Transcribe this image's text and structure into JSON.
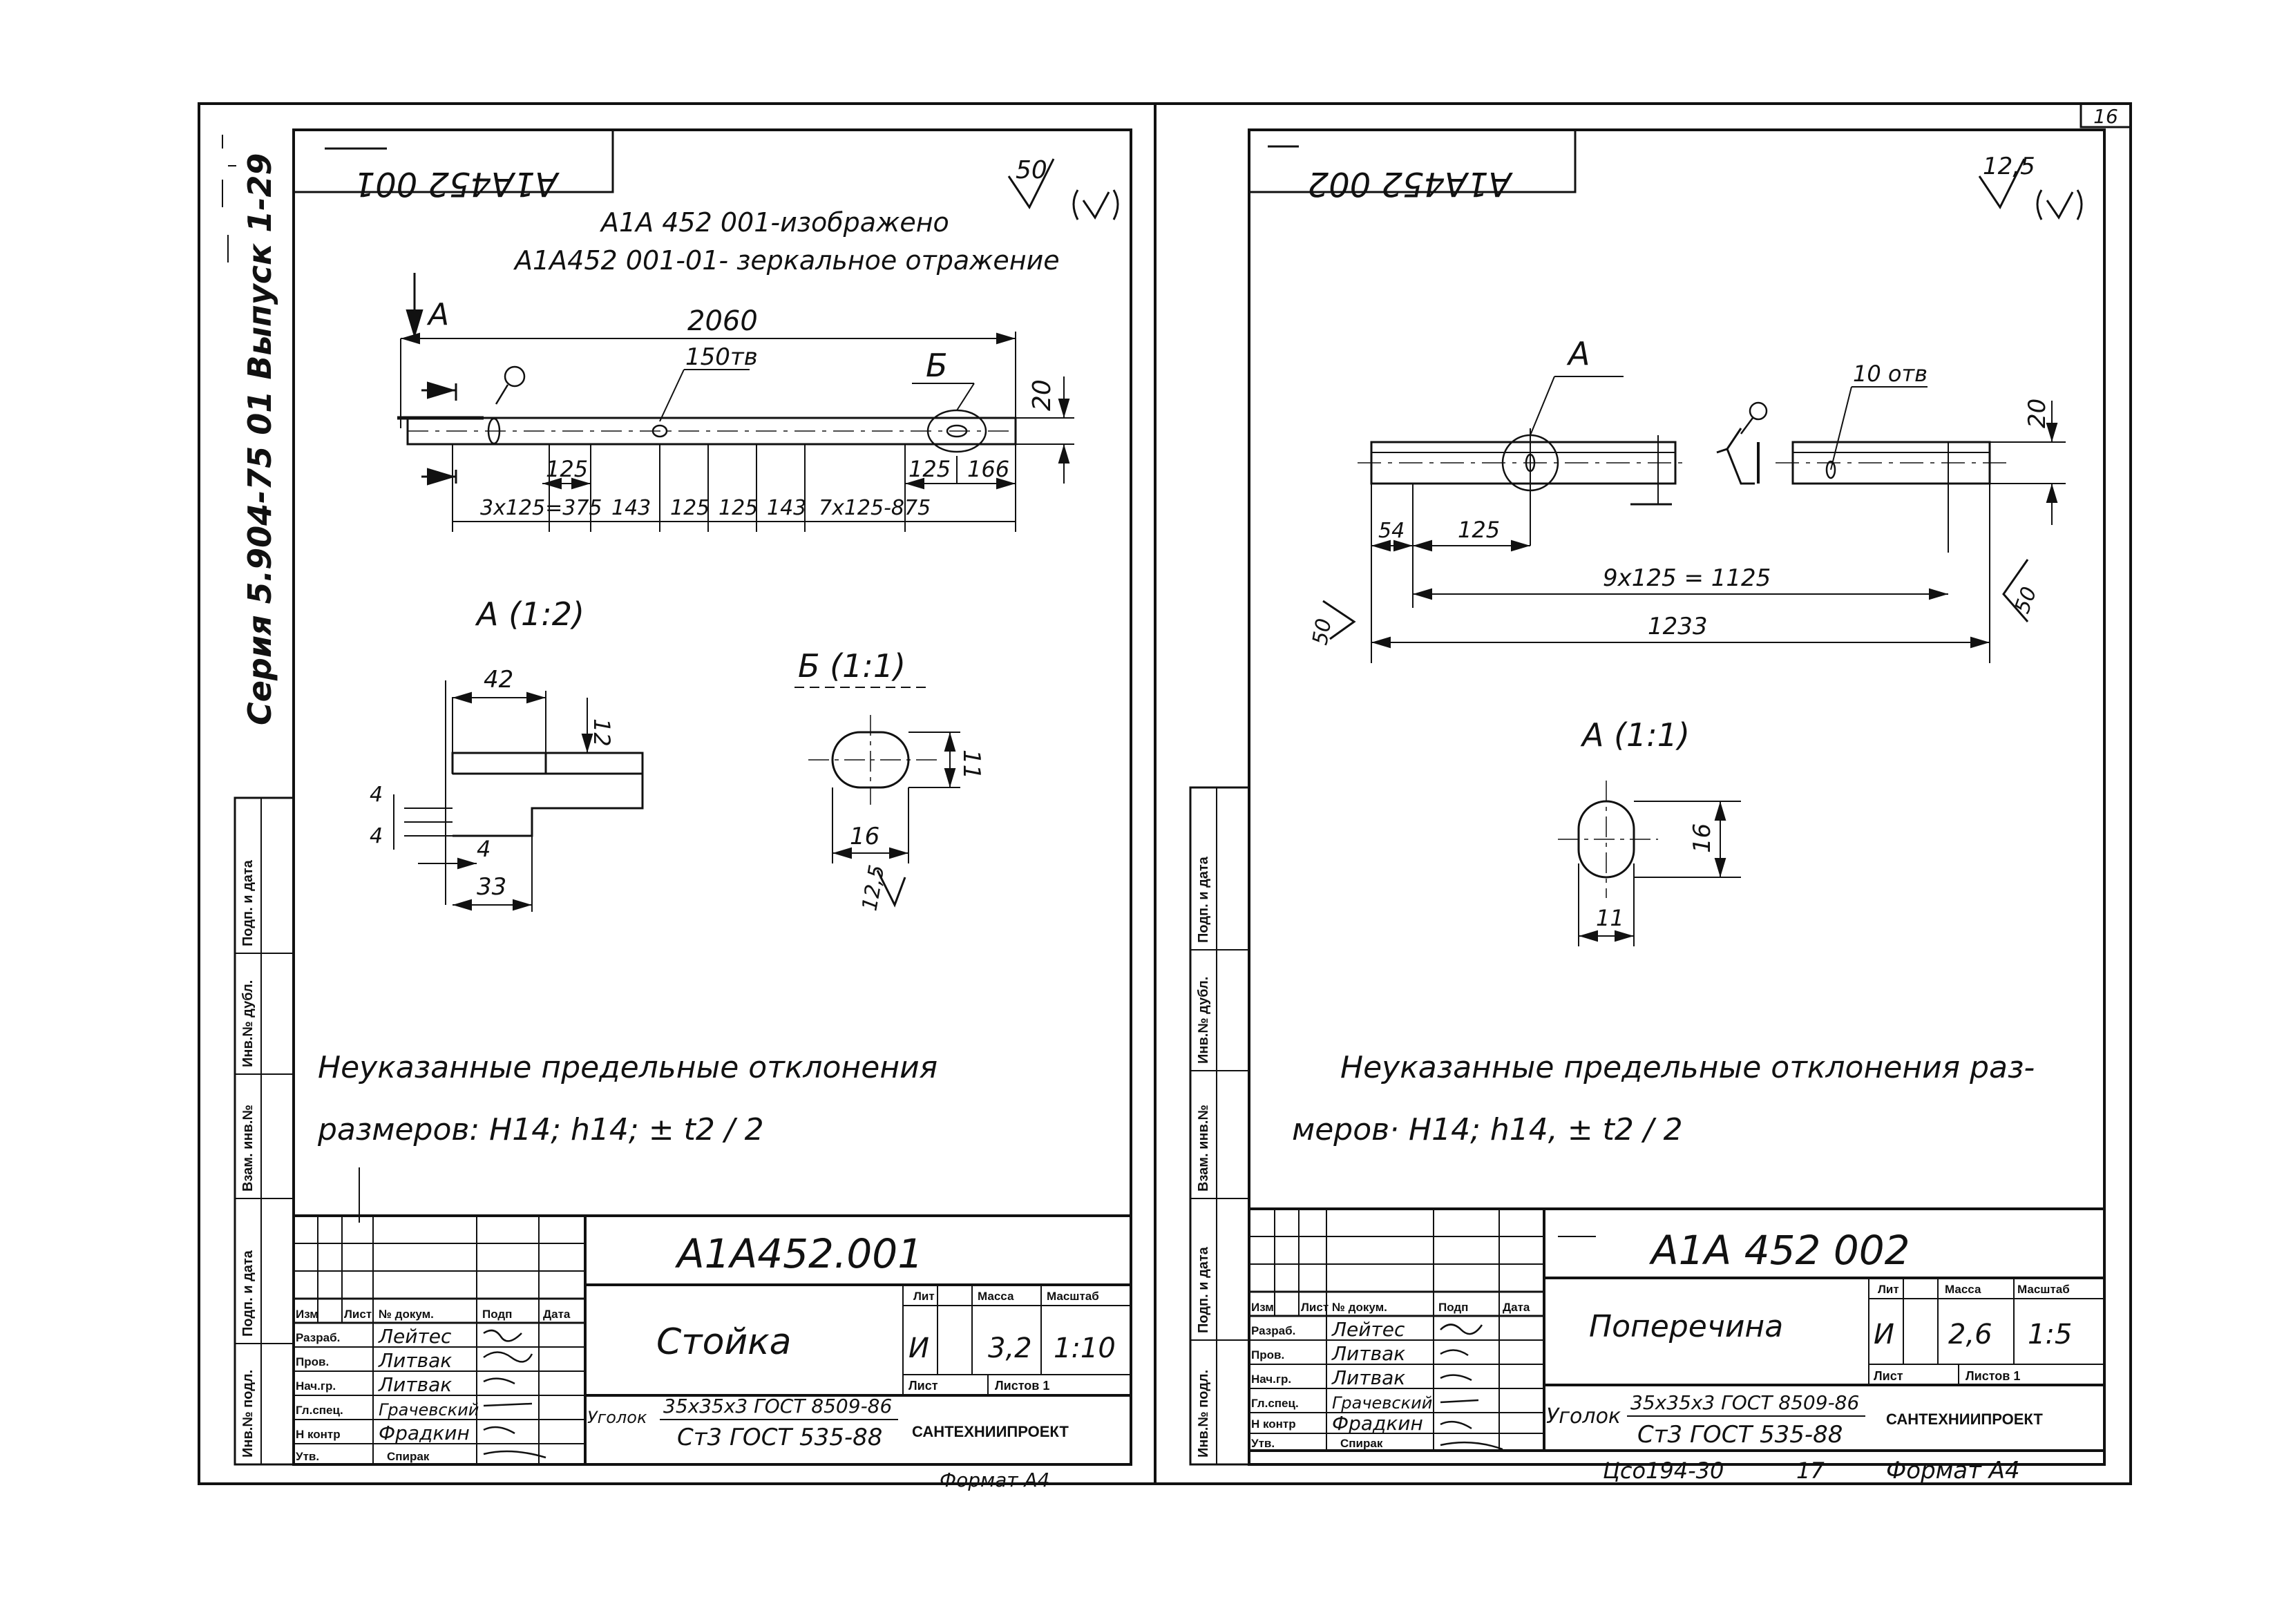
{
  "sheet_number": "16",
  "series_vertical": "Серия 5.904-75 01 Выпуск 1-29",
  "left_sheet": {
    "stamp_code": "А1А452 001",
    "roughness": "50",
    "note_line1": "А1А 452 001-изображено",
    "note_line2": "А1А452 001-01- зеркальное отражение",
    "view_arrow": "А",
    "top_dims": {
      "length": "2060",
      "hole_note": "150тв",
      "detail_b": "Б",
      "height": "20",
      "d125a": "125",
      "d125b": "125",
      "d166": "166",
      "bottom": [
        "3х125=375",
        "143",
        "125",
        "125",
        "143",
        "7х125-875"
      ]
    },
    "detail_a": {
      "title": "А (1:2)",
      "d42": "42",
      "d12": "12",
      "d4a": "4",
      "d4b": "4",
      "d4c": "4",
      "d33": "33"
    },
    "detail_b": {
      "title": "Б (1:1)",
      "d11": "11",
      "d16": "16",
      "rough": "12,5"
    },
    "tolerance_line1": "Неуказанные предельные отклонения",
    "tolerance_line2": "размеров: Н14; h14; ± t2 / 2",
    "title_block": {
      "designation": "А1А452.001",
      "name": "Стойка",
      "col_headers": [
        "Изм",
        "Лист",
        "№ докум.",
        "Подп",
        "Дата"
      ],
      "roles": [
        {
          "role": "Разраб.",
          "name": "Лейтес"
        },
        {
          "role": "Пров.",
          "name": "Литвак"
        },
        {
          "role": "Нач.гр.",
          "name": "Литвак"
        },
        {
          "role": "Гл.спец.",
          "name": "Грачевский"
        },
        {
          "role": "Н контр",
          "name": "Фрадкин"
        },
        {
          "role": "Утв.",
          "name": "Спирак"
        }
      ],
      "lit_header": "Лит",
      "mass_header": "Масса",
      "scale_header": "Масштаб",
      "lit": "И",
      "mass": "3,2",
      "scale": "1:10",
      "sheet_label": "Лист",
      "sheets_label": "Листов 1",
      "material_prefix": "Уголок",
      "material_line1": "35х35х3 ГОСТ 8509-86",
      "material_line2": "Ст3 ГОСТ 535-88",
      "company": "САНТЕХНИИПРОЕКТ",
      "format": "Формат А4"
    },
    "side_stamps": [
      "Инв.№ подл.",
      "Подп. и дата",
      "Взам. инв.№",
      "Инв.№ дубл.",
      "Подп. и дата"
    ]
  },
  "right_sheet": {
    "stamp_code": "А1А452 002",
    "roughness": "12,5",
    "view_arrow": "А",
    "dims": {
      "hole_note": "10 отв",
      "height": "20",
      "d54": "54",
      "d125": "125",
      "d9x125": "9х125 = 1125",
      "d1233": "1233",
      "rough_left": "50",
      "rough_right": "50"
    },
    "detail_a": {
      "title": "А (1:1)",
      "d16": "16",
      "d11": "11"
    },
    "tolerance_line1": "Неуказанные предельные отклонения раз-",
    "tolerance_line2": "меров· Н14; h14, ± t2 / 2",
    "title_block": {
      "designation": "А1А 452 002",
      "name": "Поперечина",
      "col_headers": [
        "Изм",
        "Лист",
        "№ докум.",
        "Подп",
        "Дата"
      ],
      "roles": [
        {
          "role": "Разраб.",
          "name": "Лейтес"
        },
        {
          "role": "Пров.",
          "name": "Литвак"
        },
        {
          "role": "Нач.гр.",
          "name": "Литвак"
        },
        {
          "role": "Гл.спец.",
          "name": "Грачевский"
        },
        {
          "role": "Н контр",
          "name": "Фрадкин"
        },
        {
          "role": "Утв.",
          "name": "Спирак"
        }
      ],
      "lit_header": "Лит",
      "mass_header": "Масса",
      "scale_header": "Масштаб",
      "lit": "И",
      "mass": "2,6",
      "scale": "1:5",
      "sheet_label": "Лист",
      "sheets_label": "Листов 1",
      "material_prefix": "Уголок",
      "material_line1": "35х35х3 ГОСТ 8509-86",
      "material_line2": "Ст3 ГОСТ 535-88",
      "company": "САНТЕХНИИПРОЕКТ",
      "bottom_code": "Цсо194-30",
      "bottom_page": "17",
      "format": "Формат А4"
    },
    "side_stamps": [
      "Инв.№ подл.",
      "Подп. и дата",
      "Взам. инв.№",
      "Инв.№ дубл.",
      "Подп. и дата"
    ]
  }
}
